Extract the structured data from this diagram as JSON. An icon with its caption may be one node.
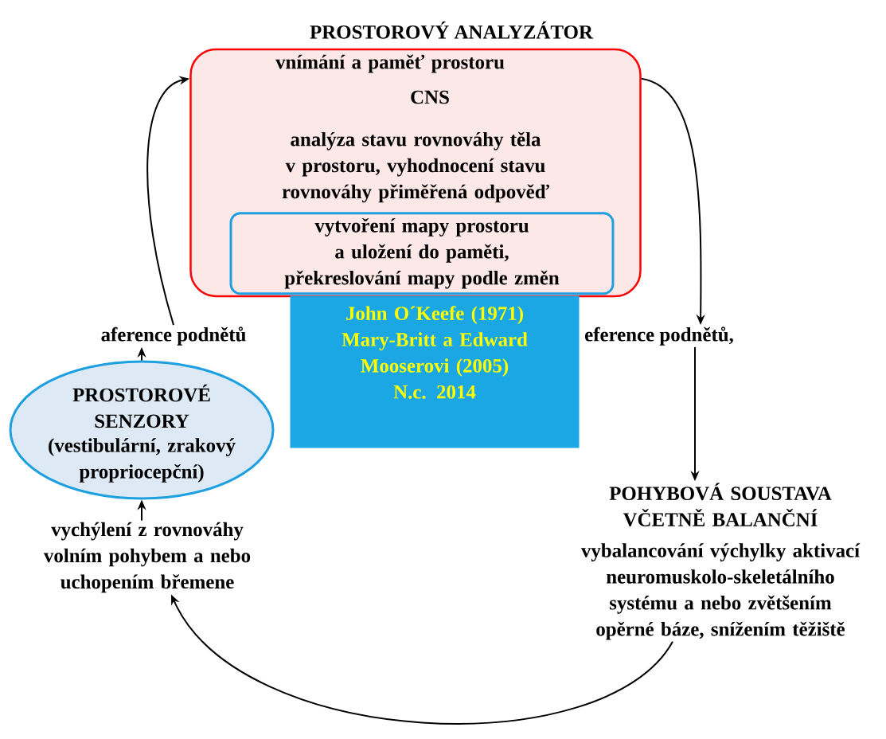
{
  "diagram": {
    "title": "PROSTOROVÝ ANALYZÁTOR",
    "nodes": [
      {
        "text": [
          "vnímání a paměť prostoru",
          "CNS",
          "analýza stavu rovnováhy těla v prostoru, vyhodnocení stavu rovnováhy přiměřená odpověď"
        ]
      },
      {
        "text": [
          "vytvoření mapy prostoru a uložení do paměti, překreslování mapy podle změn"
        ],
        "in": 0
      },
      {
        "text": [
          "John O´Keefe (1971)",
          "Mary-Britt a Edward Mooserovi (2005)",
          "N.c. 2014"
        ]
      },
      {
        "text": [
          "aference podnětů"
        ]
      },
      {
        "text": [
          "PROSTOROVÉ SENZORY",
          "(vestibulární, zrakový propriocepční)"
        ]
      },
      {
        "text": [
          "vychýlení z rovnováhy volním pohybem a nebo uchopením břemene"
        ]
      },
      {
        "text": [
          "eference podnětů,"
        ]
      },
      {
        "text": [
          "POHYBOVÁ SOUSTAVA VČETNĚ BALANČNÍ",
          "vybalancování výchylky aktivací neuromuskolo-skeletálního systému a nebo zvětšením opěrné báze, snížením těžiště"
        ]
      }
    ],
    "edges": [
      {
        "from": 3,
        "to": 0,
        "arrow": "to"
      },
      {
        "from": 0,
        "to": 6,
        "arrow": "to"
      },
      {
        "from": 6,
        "to": 7,
        "arrow": "to"
      },
      {
        "from": 7,
        "to": 5,
        "arrow": "to"
      },
      {
        "from": 4,
        "to": 3,
        "arrow": "to"
      },
      {
        "from": 5,
        "to": 4,
        "arrow": "to"
      }
    ]
  }
}
